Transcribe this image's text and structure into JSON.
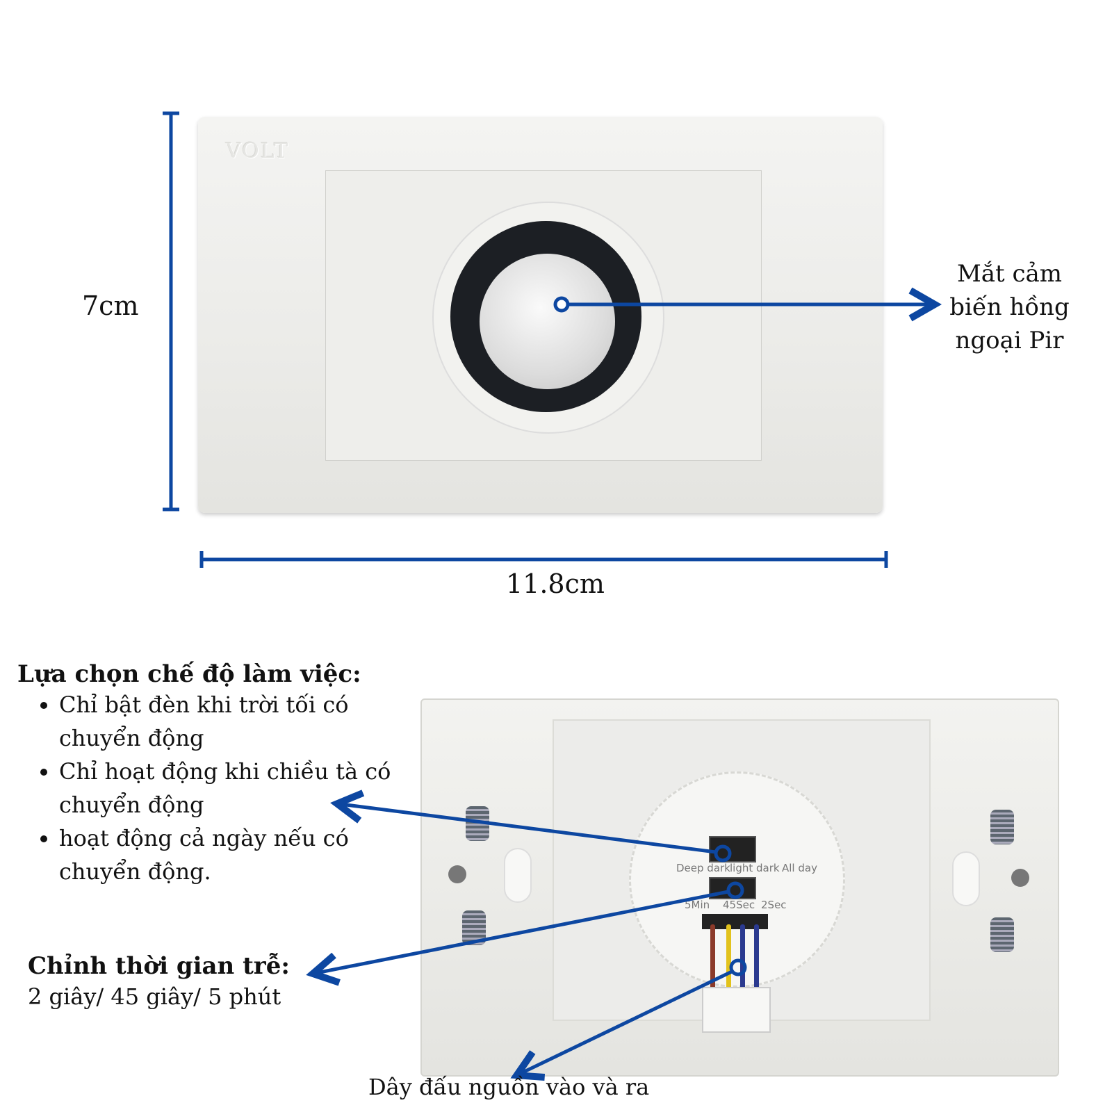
{
  "colors": {
    "accent": "#0d47a1",
    "text": "#111111"
  },
  "front": {
    "logo": "VOLT",
    "height_label": "7cm",
    "width_label": "11.8cm",
    "sensor_label_lines": [
      "Mắt cảm",
      "biến hồng",
      "ngoại Pir"
    ]
  },
  "back": {
    "mode_labels": [
      "Deep dark",
      "light dark",
      "All day"
    ],
    "time_labels": [
      "5Min",
      "45Sec",
      "2Sec"
    ]
  },
  "modes": {
    "title": "Lựa chọn chế độ làm việc:",
    "items": [
      "Chỉ bật đèn khi trời tối có chuyển động",
      "Chỉ hoạt động khi chiều tà có chuyển động",
      "hoạt động cả ngày nếu có chuyển động."
    ]
  },
  "delay": {
    "title": "Chỉnh thời gian trễ:",
    "value": "2 giây/ 45 giây/ 5 phút"
  },
  "wires_label": "Dây đấu nguồn vào và ra"
}
